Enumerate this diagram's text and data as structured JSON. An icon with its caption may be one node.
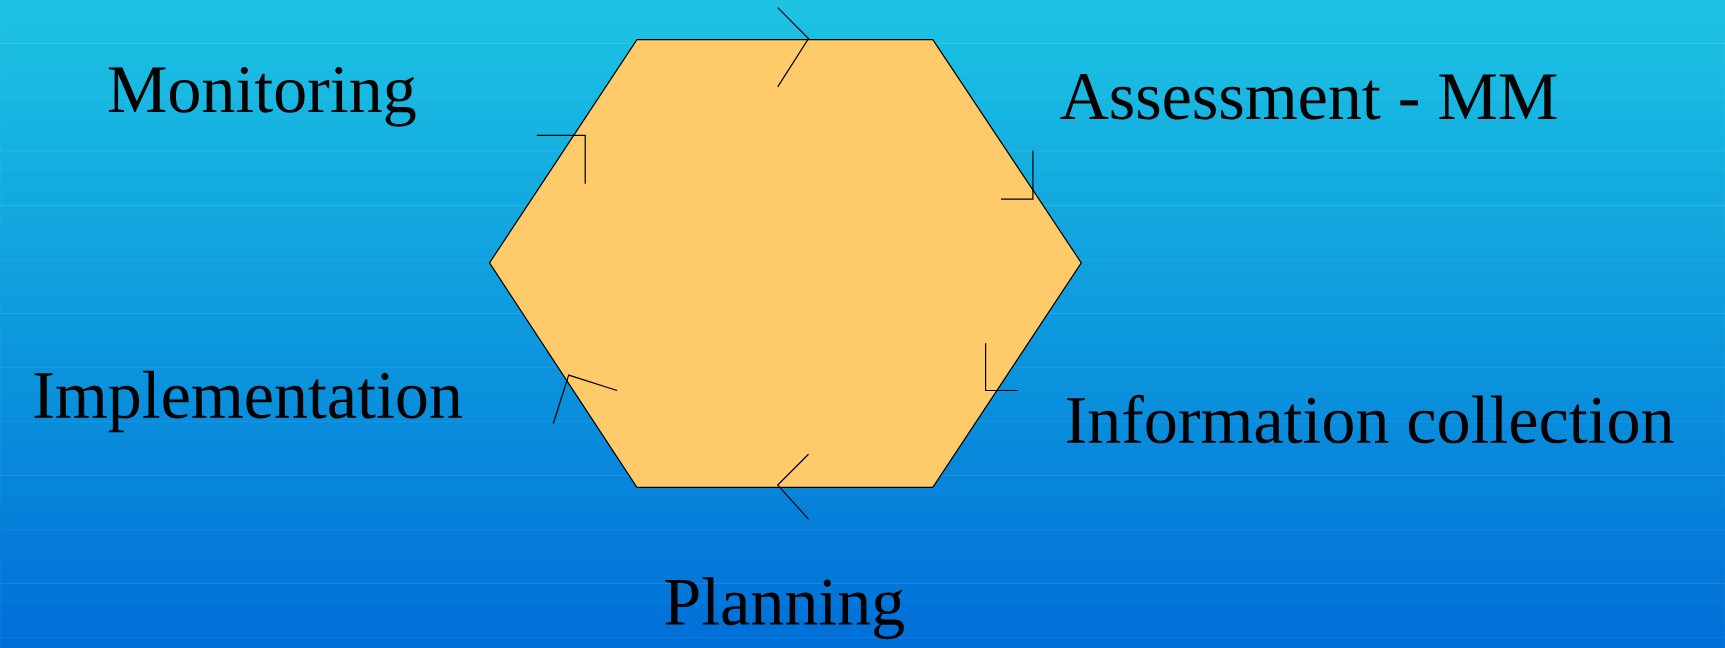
{
  "diagram": {
    "nodes": [
      {
        "text": [],
        "shape": "hexagon"
      }
    ],
    "labels": [
      "Monitoring",
      "Assessment - MM",
      "Information collection",
      "Planning",
      "Implementation"
    ]
  }
}
